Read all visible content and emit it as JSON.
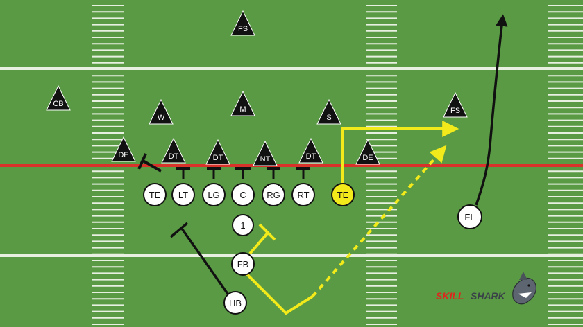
{
  "colors": {
    "turf": "#5a9a45",
    "yard_lines": "#e8f0e2",
    "line_of_scrimmage": "#d8322a",
    "defender_fill": "#111111",
    "defender_text": "#ffffff",
    "offense_fill": "#ffffff",
    "offense_text": "#111111",
    "highlight": "#f2ea1a",
    "route_black": "#111111",
    "brand_red": "#e0241b"
  },
  "defense": [
    {
      "id": "fs-top",
      "label": "FS"
    },
    {
      "id": "cb",
      "label": "CB"
    },
    {
      "id": "w",
      "label": "W"
    },
    {
      "id": "m",
      "label": "M"
    },
    {
      "id": "s",
      "label": "S"
    },
    {
      "id": "fs-right",
      "label": "FS"
    },
    {
      "id": "de-left",
      "label": "DE"
    },
    {
      "id": "dt-1",
      "label": "DT"
    },
    {
      "id": "dt-2",
      "label": "DT"
    },
    {
      "id": "nt",
      "label": "NT"
    },
    {
      "id": "dt-3",
      "label": "DT"
    },
    {
      "id": "de-right",
      "label": "DE"
    }
  ],
  "offense": [
    {
      "id": "te-left",
      "label": "TE",
      "highlight": false
    },
    {
      "id": "lt",
      "label": "LT",
      "highlight": false
    },
    {
      "id": "lg",
      "label": "LG",
      "highlight": false
    },
    {
      "id": "c",
      "label": "C",
      "highlight": false
    },
    {
      "id": "rg",
      "label": "RG",
      "highlight": false
    },
    {
      "id": "rt",
      "label": "RT",
      "highlight": false
    },
    {
      "id": "te-right",
      "label": "TE",
      "highlight": true
    },
    {
      "id": "qb",
      "label": "1",
      "highlight": false
    },
    {
      "id": "fb",
      "label": "FB",
      "highlight": false
    },
    {
      "id": "hb",
      "label": "HB",
      "highlight": false
    },
    {
      "id": "fl",
      "label": "FL",
      "highlight": false
    }
  ],
  "logo": {
    "text_a": "SKILL",
    "text_b": "SHARK"
  }
}
